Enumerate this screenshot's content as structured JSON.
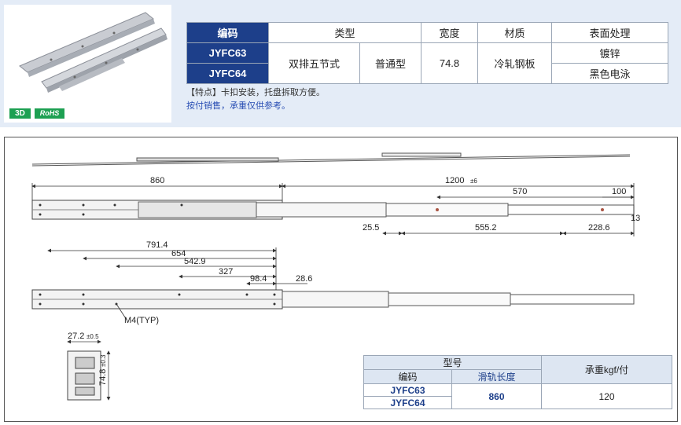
{
  "spec_table": {
    "headers": [
      "编码",
      "类型",
      "宽度",
      "材质",
      "表面处理"
    ],
    "models": [
      "JYFC63",
      "JYFC64"
    ],
    "type_1": "双排五节式",
    "type_2": "普通型",
    "width": "74.8",
    "material": "冷轧钢板",
    "finishes": [
      "镀锌",
      "黑色电泳"
    ]
  },
  "badges": {
    "three_d": "3D",
    "rohs": "RoHS"
  },
  "notes": {
    "feature": "【特点】卡扣安装，托盘拆取方便。",
    "sales": "按付销售，承重仅供参考。"
  },
  "dimensions": {
    "d860": "860",
    "d1200": "1200",
    "d1200_tol": "±6",
    "d570": "570",
    "d100": "100",
    "d13": "13",
    "d25_5": "25.5",
    "d555_2": "555.2",
    "d228_6": "228.6",
    "d791_4": "791.4",
    "d654": "654",
    "d542_9": "542.9",
    "d327": "327",
    "d98_4": "98.4",
    "d28_6": "28.6",
    "m4": "M4(TYP)",
    "d27_2": "27.2",
    "d27_2_tol": "±0.5",
    "d74_8": "74.8",
    "d74_8_tol": "±0.3"
  },
  "load_table": {
    "header_model": "型号",
    "header_code": "编码",
    "header_length": "滑轨长度",
    "header_load": "承重kgf/付",
    "models": [
      "JYFC63",
      "JYFC64"
    ],
    "length": "860",
    "load": "120"
  },
  "colors": {
    "header_blue": "#1d3f8a",
    "panel_bg": "#e4ecf7",
    "badge_green": "#1da052"
  }
}
